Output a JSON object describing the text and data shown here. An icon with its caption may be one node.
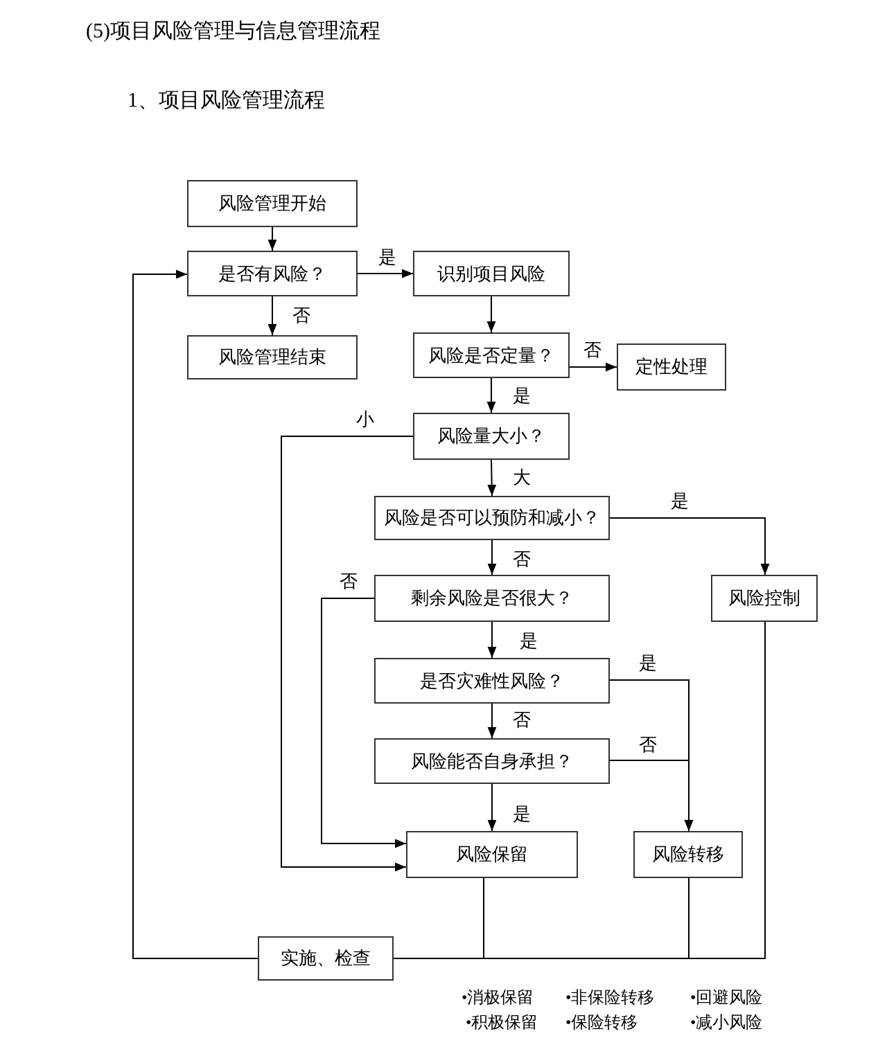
{
  "diagram": {
    "title": "(5)项目风险管理与信息管理流程",
    "nodes": [
      {
        "text": [
          "风险管理开始"
        ]
      },
      {
        "text": [
          "是否有风险？"
        ]
      },
      {
        "text": [
          "风险管理结束"
        ]
      },
      {
        "text": [
          "识别项目风险"
        ]
      },
      {
        "text": [
          "风险是否定量？"
        ]
      },
      {
        "text": [
          "定性处理"
        ]
      },
      {
        "text": [
          "风险量大小？"
        ]
      },
      {
        "text": [
          "风险是否可以预防和减小？"
        ]
      },
      {
        "text": [
          "剩余风险是否很大？"
        ]
      },
      {
        "text": [
          "风险控制"
        ]
      },
      {
        "text": [
          "是否灾难性风险？"
        ]
      },
      {
        "text": [
          "风险能否自身承担？"
        ]
      },
      {
        "text": [
          "风险保留"
        ]
      },
      {
        "text": [
          "风险转移"
        ]
      },
      {
        "text": [
          "实施、检查"
        ]
      }
    ],
    "edges": [
      {
        "from": 0,
        "to": 1,
        "arrow": "to"
      },
      {
        "from": 1,
        "to": 3,
        "arrow": "to",
        "label": "是"
      },
      {
        "from": 1,
        "to": 2,
        "arrow": "to",
        "label": "否"
      },
      {
        "from": 3,
        "to": 4,
        "arrow": "to"
      },
      {
        "from": 4,
        "to": 5,
        "arrow": "to",
        "label": "否"
      },
      {
        "from": 4,
        "to": 6,
        "arrow": "to",
        "label": "是"
      },
      {
        "from": 6,
        "to": 12,
        "arrow": "to",
        "label": "小"
      },
      {
        "from": 6,
        "to": 7,
        "arrow": "to",
        "label": "大"
      },
      {
        "from": 7,
        "to": 9,
        "arrow": "to",
        "label": "是"
      },
      {
        "from": 7,
        "to": 8,
        "arrow": "to",
        "label": "否"
      },
      {
        "from": 8,
        "to": 12,
        "arrow": "to",
        "label": "否"
      },
      {
        "from": 8,
        "to": 10,
        "arrow": "to",
        "label": "是"
      },
      {
        "from": 10,
        "to": 13,
        "arrow": "to",
        "label": "是"
      },
      {
        "from": 10,
        "to": 11,
        "arrow": "to",
        "label": "否"
      },
      {
        "from": 11,
        "to": 13,
        "arrow": "to",
        "label": "否"
      },
      {
        "from": 11,
        "to": 12,
        "arrow": "to",
        "label": "是"
      },
      {
        "from": 12,
        "to": 14,
        "arrow": "none"
      },
      {
        "from": 13,
        "to": 14,
        "arrow": "none"
      },
      {
        "from": 9,
        "to": 14,
        "arrow": "none"
      },
      {
        "from": 14,
        "to": 1,
        "arrow": "to"
      }
    ],
    "labels": [
      "1、项目风险管理流程",
      "•消极保留",
      "•非保险转移",
      "•回避风险",
      "•积极保留",
      "•保险转移",
      "•减小风险"
    ]
  }
}
